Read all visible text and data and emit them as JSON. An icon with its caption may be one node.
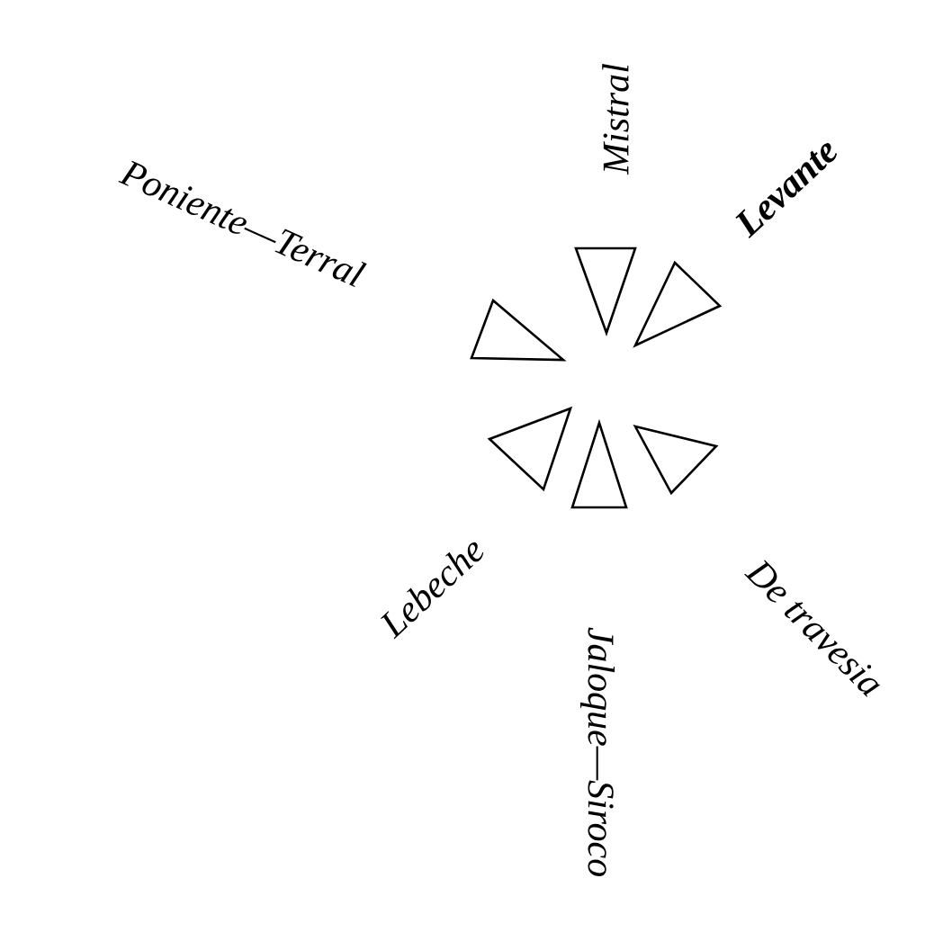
{
  "diagram": {
    "labels": [
      "Poniente—Terral",
      "Mistral",
      "Levante",
      "Lebeche",
      "Jaloque—Siroco",
      "De travesia"
    ]
  }
}
